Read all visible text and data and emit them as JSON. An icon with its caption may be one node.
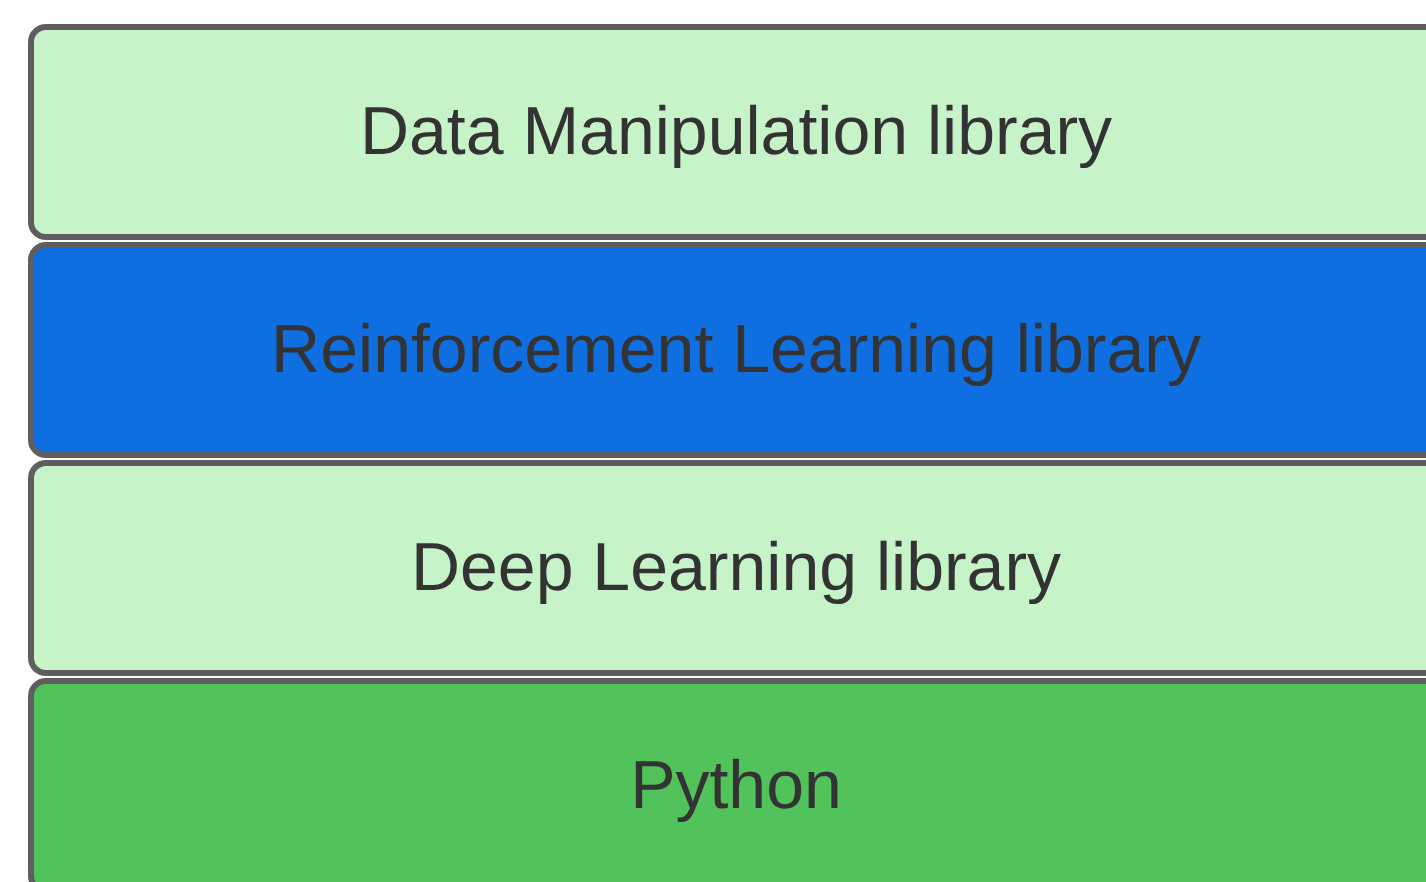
{
  "diagram": {
    "nodes": [
      {
        "text": [
          "Data Manipulation library"
        ]
      },
      {
        "text": [
          "Reinforcement Learning library"
        ]
      },
      {
        "text": [
          "Deep Learning library"
        ]
      },
      {
        "text": [
          "Python"
        ]
      }
    ]
  }
}
